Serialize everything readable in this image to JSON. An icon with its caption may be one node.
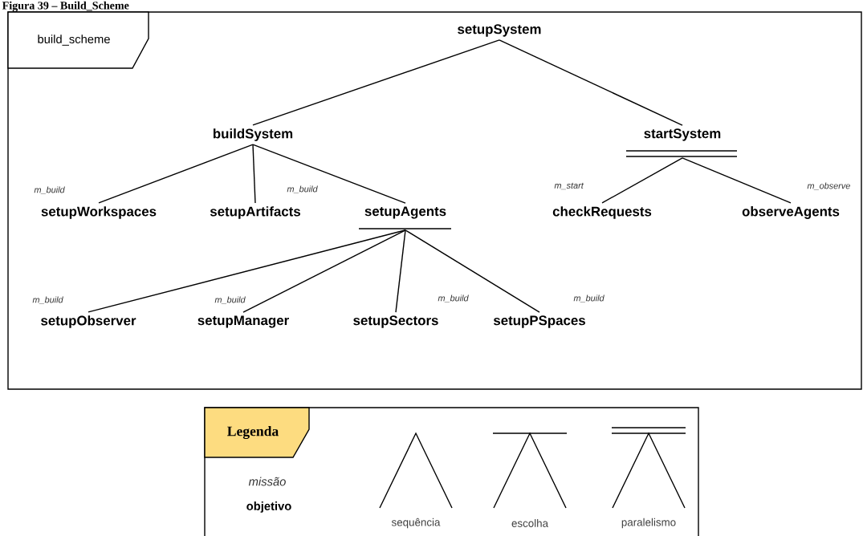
{
  "diagram": {
    "title": "Figura 39 – Build_Scheme",
    "nodes": [
      {
        "text": [
          "build_scheme"
        ]
      },
      {
        "text": [
          "setupSystem"
        ],
        "in": 0
      },
      {
        "text": [
          "buildSystem"
        ],
        "in": 0
      },
      {
        "text": [
          "startSystem"
        ],
        "in": 0
      },
      {
        "text": [
          "setupWorkspaces"
        ],
        "beside": [
          "m_build"
        ],
        "in": 0
      },
      {
        "text": [
          "setupArtifacts"
        ],
        "beside": [
          "m_build"
        ],
        "in": 0
      },
      {
        "text": [
          "setupAgents"
        ],
        "in": 0
      },
      {
        "text": [
          "checkRequests"
        ],
        "beside": [
          "m_start"
        ],
        "in": 0
      },
      {
        "text": [
          "observeAgents"
        ],
        "beside": [
          "m_observe"
        ],
        "in": 0
      },
      {
        "text": [
          "setupObserver"
        ],
        "beside": [
          "m_build"
        ],
        "in": 0
      },
      {
        "text": [
          "setupManager"
        ],
        "beside": [
          "m_build"
        ],
        "in": 0
      },
      {
        "text": [
          "setupSectors"
        ],
        "beside": [
          "m_build"
        ],
        "in": 0
      },
      {
        "text": [
          "setupPSpaces"
        ],
        "beside": [
          "m_build"
        ],
        "in": 0
      },
      {
        "text": [
          "Legenda"
        ]
      }
    ],
    "edges": [
      {
        "from": 1,
        "to": 2,
        "arrow": "none"
      },
      {
        "from": 1,
        "to": 3,
        "arrow": "none"
      },
      {
        "from": 2,
        "to": 4,
        "arrow": "none"
      },
      {
        "from": 2,
        "to": 5,
        "arrow": "none"
      },
      {
        "from": 2,
        "to": 6,
        "arrow": "none"
      },
      {
        "from": 3,
        "to": 7,
        "arrow": "none"
      },
      {
        "from": 3,
        "to": 8,
        "arrow": "none"
      },
      {
        "from": 6,
        "to": 9,
        "arrow": "none"
      },
      {
        "from": 6,
        "to": 10,
        "arrow": "none"
      },
      {
        "from": 6,
        "to": 11,
        "arrow": "none"
      },
      {
        "from": 6,
        "to": 12,
        "arrow": "none"
      }
    ],
    "labels": [
      "missão",
      "objetivo"
    ],
    "legend": [
      {
        "text": "sequência"
      },
      {
        "text": "escolha"
      },
      {
        "text": "paralelismo"
      }
    ]
  }
}
